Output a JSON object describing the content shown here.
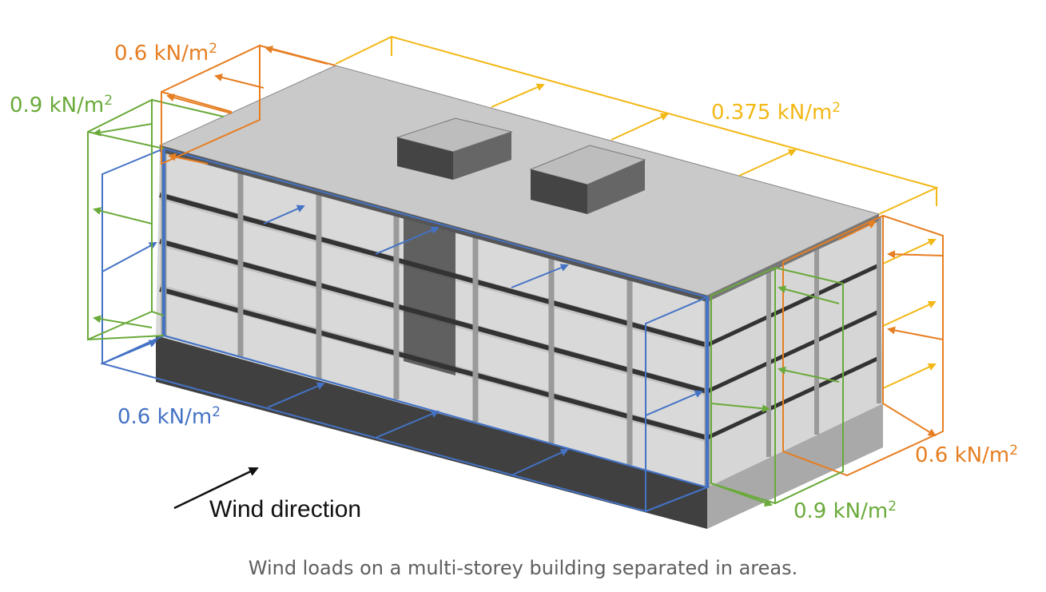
{
  "labels": {
    "top_left_orange": {
      "value": "0.6 kN/m",
      "exp": "2",
      "color": "#e67e22"
    },
    "left_green": {
      "value": "0.9 kN/m",
      "exp": "2",
      "color": "#6aaa3a"
    },
    "roof_yellow": {
      "value": "0.375 kN/m",
      "exp": "2",
      "color": "#f2b816"
    },
    "front_blue": {
      "value": "0.6 kN/m",
      "exp": "2",
      "color": "#4472c4"
    },
    "right_orange": {
      "value": "0.6 kN/m",
      "exp": "2",
      "color": "#e67e22"
    },
    "right_green": {
      "value": "0.9 kN/m",
      "exp": "2",
      "color": "#6aaa3a"
    }
  },
  "wind_direction": "Wind direction",
  "caption": "Wind loads on a multi-storey building separated in areas.",
  "colors": {
    "blue": "#4472c4",
    "green": "#6aaa3a",
    "orange": "#e67e22",
    "yellow": "#f2b816",
    "roof": "#c9c9c9",
    "base": "#404040",
    "frame": "#dcdcdc",
    "beam": "#3a3a3a"
  }
}
